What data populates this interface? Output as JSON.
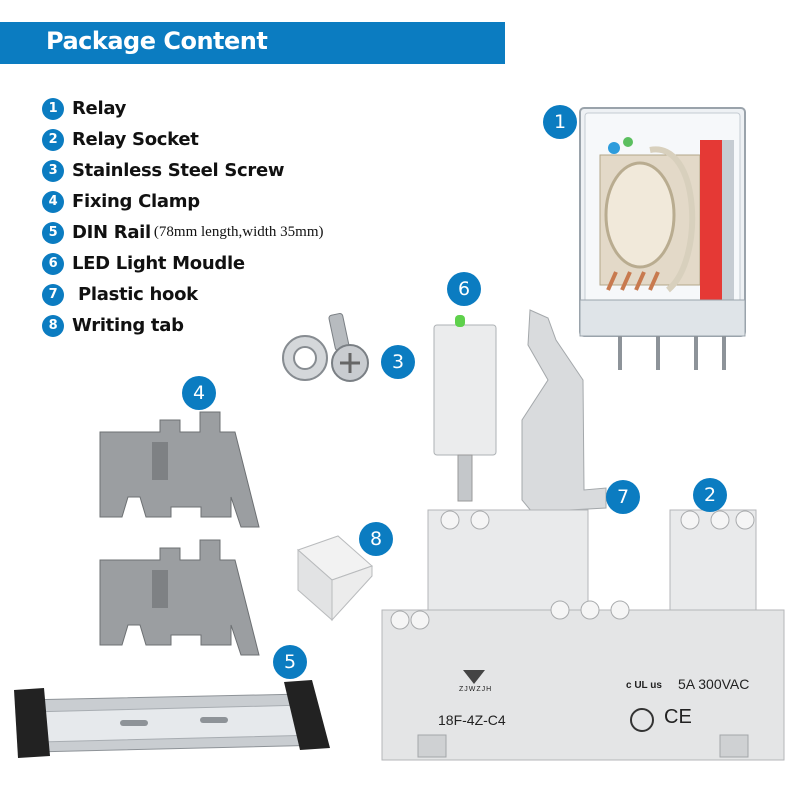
{
  "header": {
    "title": "Package Content"
  },
  "items": [
    {
      "num": "1",
      "label": "Relay",
      "note": ""
    },
    {
      "num": "2",
      "label": "Relay Socket",
      "note": ""
    },
    {
      "num": "3",
      "label": "Stainless Steel Screw",
      "note": ""
    },
    {
      "num": "4",
      "label": "Fixing Clamp",
      "note": ""
    },
    {
      "num": "5",
      "label": "DIN Rail",
      "note": "(78mm length,width 35mm)"
    },
    {
      "num": "6",
      "label": "LED Light Moudle",
      "note": ""
    },
    {
      "num": "7",
      "label": " Plastic hook",
      "note": ""
    },
    {
      "num": "8",
      "label": "Writing tab",
      "note": ""
    }
  ],
  "socket": {
    "model": "18F-4Z-C4",
    "rating": "5A 300VAC",
    "brand": "ZJWZJH",
    "ul_mark": "c UL us",
    "ce_mark": "CE"
  },
  "colors": {
    "accent": "#0b7cc1",
    "part_grey": "#a7a9ab",
    "socket_grey": "#e4e5e6"
  }
}
